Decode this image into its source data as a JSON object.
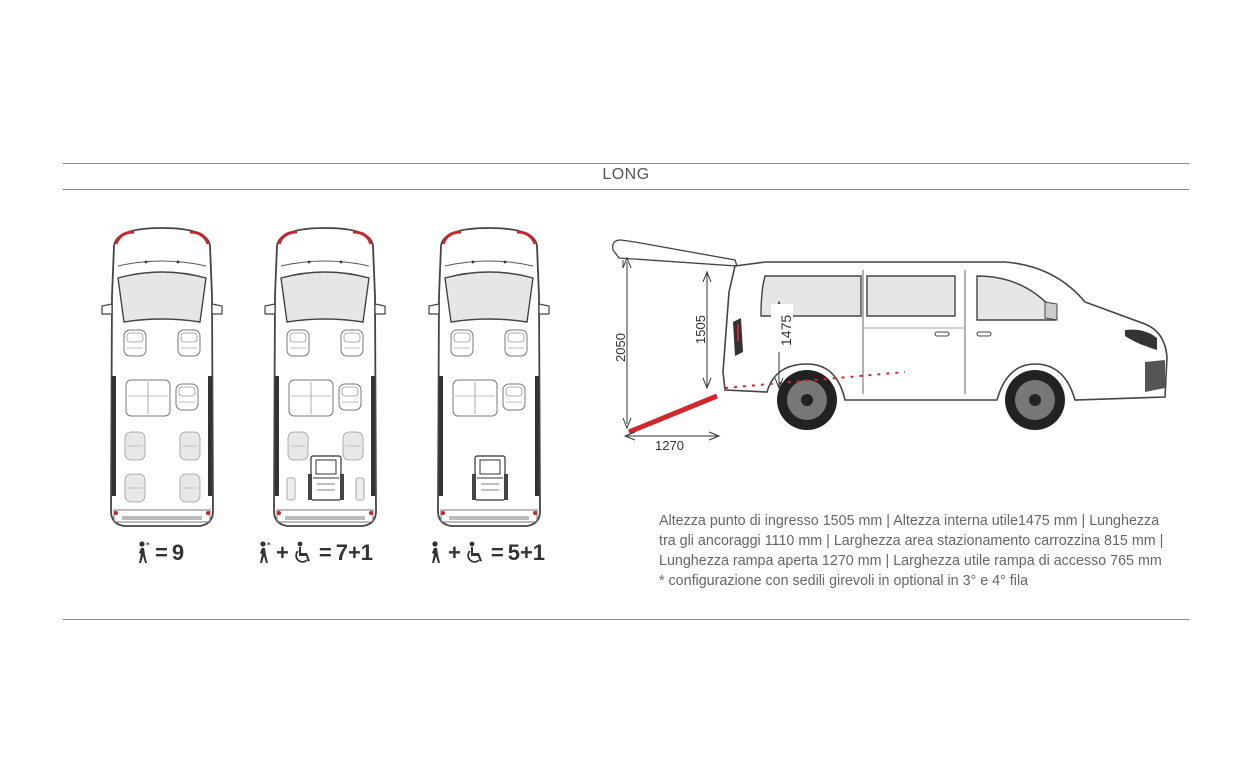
{
  "section": {
    "title": "LONG"
  },
  "configurations": [
    {
      "id": "cfg-9",
      "equals": "=",
      "value": "9",
      "seats": "seats",
      "wheelchair": false
    },
    {
      "id": "cfg-7-1",
      "plus": "+",
      "equals": "=",
      "value": "7+1",
      "wheelchair": true
    },
    {
      "id": "cfg-5-1",
      "plus": "+",
      "equals": "=",
      "value": "5+1",
      "wheelchair": true
    }
  ],
  "dimensions": {
    "total_height": "2050",
    "entry_height": "1505",
    "interior_height": "1475",
    "ramp_length": "1270"
  },
  "notes": {
    "line1": "Altezza punto di ingresso 1505 mm | Altezza interna utile1475 mm | Lunghezza",
    "line2": "tra gli ancoraggi 1110 mm | Larghezza area stazionamento carrozzina 815 mm |",
    "line3": "Lunghezza rampa aperta 1270 mm | Larghezza utile rampa di accesso 765 mm",
    "line4": "* configurazione con sedili girevoli in optional in 3° e 4° fila"
  },
  "colors": {
    "ramp": "#d0282e",
    "rule": "#888888",
    "text": "#555555"
  }
}
